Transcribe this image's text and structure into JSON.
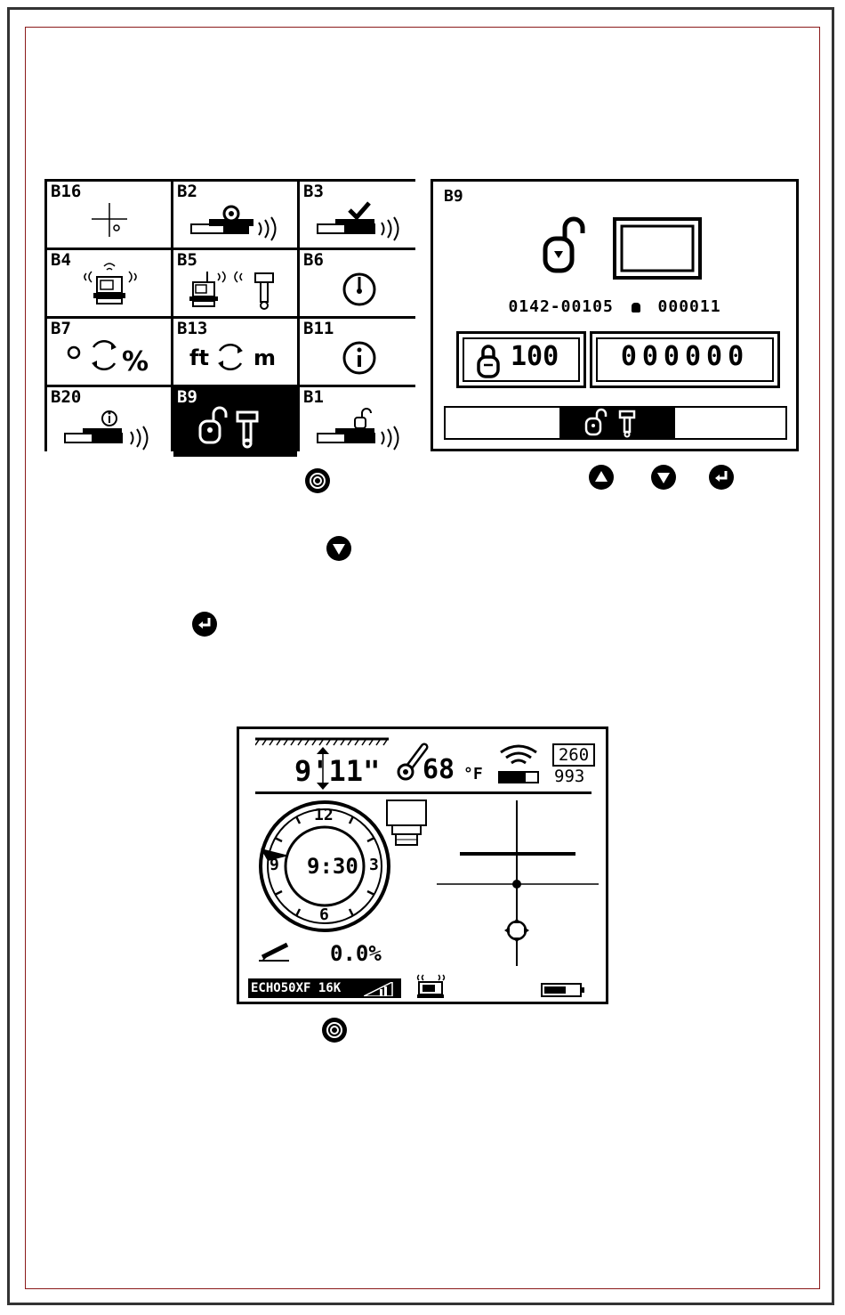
{
  "menu": {
    "cells": [
      {
        "code": "B16",
        "icon": "crosshair-target-icon"
      },
      {
        "code": "B2",
        "icon": "transmitter-gear-signal-icon"
      },
      {
        "code": "B3",
        "icon": "transmitter-check-signal-icon"
      },
      {
        "code": "B4",
        "icon": "remote-display-signal-icon"
      },
      {
        "code": "B5",
        "icon": "remote-to-locator-icon"
      },
      {
        "code": "B6",
        "icon": "dial-clock-icon"
      },
      {
        "code": "B7",
        "icon": "degrees-percent-toggle-icon"
      },
      {
        "code": "B13",
        "icon": "ft-m-toggle-icon",
        "left_text": "ft",
        "right_text": "m"
      },
      {
        "code": "B11",
        "icon": "info-icon"
      },
      {
        "code": "B20",
        "icon": "transmitter-info-signal-icon"
      },
      {
        "code": "B9",
        "icon": "unlock-locator-icon",
        "selected": true
      },
      {
        "code": "B1",
        "icon": "transmitter-unlock-signal-icon"
      }
    ]
  },
  "b9_screen": {
    "title": "B9",
    "serial_left": "0142-00105",
    "serial_right": "000011",
    "lock_value": "100",
    "code_value": "000000"
  },
  "locate_screen": {
    "depth": "9'11\"",
    "temperature": "68",
    "temperature_unit": "°F",
    "freq_top": "260",
    "freq_bottom": "993",
    "clock": "9:30",
    "clock_numbers": {
      "n12": "12",
      "n3": "3",
      "n6": "6",
      "n9": "9"
    },
    "pitch": "0.0%",
    "status": "ECHO50XF 16K"
  },
  "buttons": {
    "select": "select-button-icon",
    "up": "up-arrow-button-icon",
    "down": "down-arrow-button-icon",
    "enter": "enter-button-icon"
  }
}
